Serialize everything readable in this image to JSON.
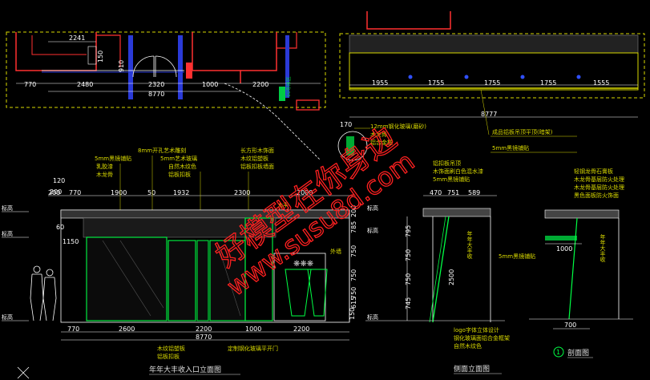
{
  "plan": {
    "dims_bottom": [
      "770",
      "2480",
      "2320",
      "1000",
      "2200"
    ],
    "dim_total": "8770",
    "dim_top": "2241",
    "dim_small": "150",
    "dim_door": "910",
    "label_green": "60等候区"
  },
  "ceiling_plan": {
    "dims": [
      "1955",
      "1755",
      "1755",
      "1755",
      "1555"
    ],
    "dim_total": "8777",
    "dim_left": "170",
    "notes": [
      "成品铝板吊顶平顶(暗架)",
      "5mm黑镜铺贴"
    ]
  },
  "detail_bubble": {
    "labels": [
      "12mm钢化玻璃(磨砂)",
      "木龙骨",
      "铝合金框"
    ]
  },
  "front_elevation": {
    "title": "年年大丰收入口立面图",
    "top_dims": [
      "200",
      "770",
      "1900",
      "50",
      "1932",
      "2300",
      "2000"
    ],
    "bottom_dims": [
      "770",
      "2600",
      "2200",
      "1000",
      "2200"
    ],
    "dim_total": "8770",
    "left_dims": [
      "120",
      "200",
      "60",
      "1150"
    ],
    "right_dims": [
      "200",
      "785",
      "750",
      "750",
      "750",
      "615",
      "150"
    ],
    "callouts": [
      "5mm黑镜铺贴",
      "8mm开孔艺术雕刻",
      "5mm艺术玻璃",
      "乳胶漆",
      "木龙骨",
      "自然木纹色",
      "铝板扣板",
      "长方形木饰面",
      "木纹铝塑板",
      "铝板扣板墙面"
    ],
    "side_labels": [
      "外墙",
      "大丰"
    ],
    "bottom_callouts": [
      "木纹铝塑板",
      "铝板扣板",
      "定制钢化玻璃平开门"
    ],
    "levels": [
      "标高",
      "标高",
      "标高"
    ]
  },
  "side_elevation": {
    "title": "侧面立面图",
    "top_dims": [
      "470",
      "751",
      "589"
    ],
    "left_dims": [
      "795",
      "750",
      "750",
      "745"
    ],
    "center_dim": "2500",
    "vertical_text": "年年大丰收",
    "callouts": [
      "铝扣板吊顶",
      "木饰面刷白色混水漆",
      "5mm黑镜铺贴",
      "5mm黑镜铺贴"
    ],
    "bottom_callouts": [
      "logo字体立体设计",
      "钢化玻璃面铝合金框架",
      "自然木纹色"
    ],
    "levels": [
      "标高",
      "标高",
      "标高"
    ]
  },
  "section": {
    "title": "剖面图",
    "marker": "1",
    "dim_width": "1000",
    "dim_bottom": "700",
    "vertical_text": "年年大丰收",
    "callouts": [
      "轻钢龙骨石膏板",
      "木龙骨基层防火处理",
      "木龙骨基层防火处理",
      "黑色面板防火饰面"
    ]
  },
  "watermark": {
    "cn": "好模型在你身边",
    "url": "www.susu8d.com"
  }
}
